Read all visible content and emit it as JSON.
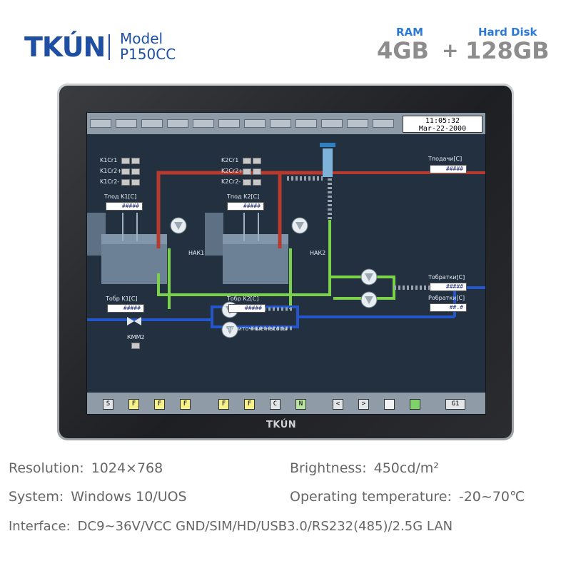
{
  "brand": {
    "logo": "TKÚN",
    "model_label": "Model",
    "model_value": "P150CC"
  },
  "memory": {
    "ram_label": "RAM",
    "ram_value": "4GB",
    "plus": "+",
    "disk_label": "Hard Disk",
    "disk_value": "128GB"
  },
  "device": {
    "bezel_logo": "TKÚN"
  },
  "scada": {
    "clock_time": "11:05:32",
    "clock_date": "Mar-22-2000",
    "left_labels": [
      "K1Cr1",
      "K1Cr2+",
      "K1Cr2-"
    ],
    "mid_labels": [
      "K2Cr1",
      "K2Cr2+",
      "K2Cr2-"
    ],
    "tpod1_label": "Тпод K1[C]",
    "tpod1_value": "#####",
    "tpod2_label": "Тпод K2[C]",
    "tpod2_value": "#####",
    "tpodachi_label": "Тподачи[C]",
    "tpodachi_value": "#####",
    "tobr1_label": "Тобр K1[C]",
    "tobr1_value": "#####",
    "tobr2_label": "Тобр K2[C]",
    "tobr2_value": "#####",
    "tobratki_label": "Тобратки[C]",
    "tobratki_value": "#####",
    "robratki_label": "Робратки[C]",
    "robratki_value": "##.#",
    "nak1": "НАК1",
    "nak2": "НАК2",
    "kmm2": "КММ2",
    "pumps_label": "Подпиточные насосы",
    "bottom_buttons": [
      "S",
      "F",
      "F",
      "F",
      "F",
      "F",
      "C",
      "N",
      "<",
      ">",
      "",
      ""
    ],
    "g1": "G1"
  },
  "specs": {
    "resolution_label": "Resolution:",
    "resolution_value": "1024×768",
    "brightness_label": "Brightness:",
    "brightness_value": "450cd/m²",
    "system_label": "System:",
    "system_value": "Windows 10/UOS",
    "temp_label": "Operating temperature:",
    "temp_value": "-20~70℃",
    "interface_label": "Interface:",
    "interface_value": "DC9~36V/VCC GND/SIM/HD/USB3.0/RS232(485)/2.5G LAN"
  },
  "colors": {
    "brand_blue": "#1f4fa3",
    "label_blue": "#2d7ad6",
    "gray": "#8d8d8d",
    "hot_pipe": "#b83a2e",
    "return_pipe": "#7bd14a",
    "cold_pipe": "#2456c9"
  }
}
